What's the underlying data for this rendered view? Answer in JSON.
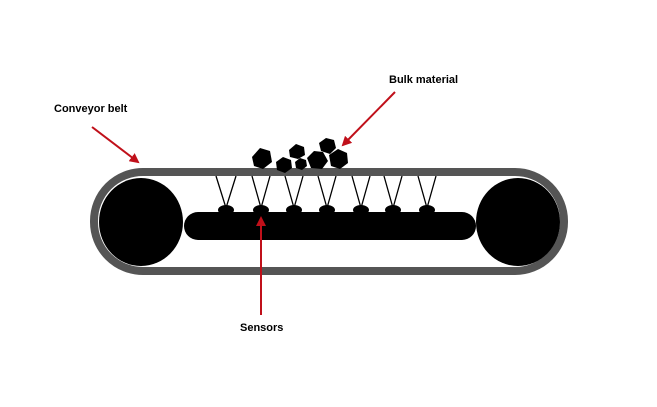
{
  "labels": {
    "conveyor_belt": "Conveyor belt",
    "bulk_material": "Bulk material",
    "sensors": "Sensors"
  },
  "colors": {
    "belt": "#555555",
    "black": "#000000",
    "arrow": "#c0101a",
    "background": "#ffffff"
  },
  "icons": {
    "arrow": "arrow-icon",
    "rock": "rock-icon"
  }
}
